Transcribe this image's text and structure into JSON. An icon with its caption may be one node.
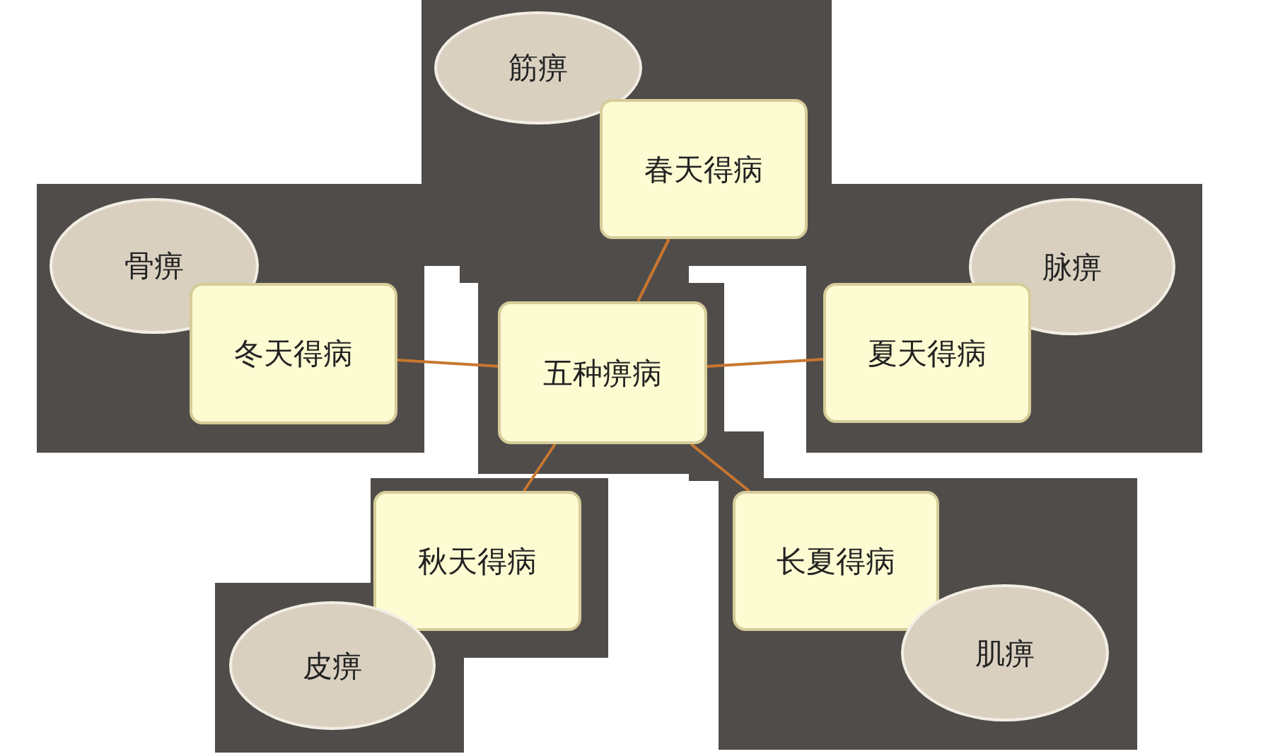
{
  "diagram": {
    "nodes": [
      {
        "text": [
          "筋痹"
        ]
      },
      {
        "text": [
          "春天得病"
        ]
      },
      {
        "text": [
          "骨痹"
        ]
      },
      {
        "text": [
          "脉痹"
        ]
      },
      {
        "text": [
          "冬天得病"
        ]
      },
      {
        "text": [
          "五种痹病"
        ]
      },
      {
        "text": [
          "夏天得病"
        ]
      },
      {
        "text": [
          "秋天得病"
        ]
      },
      {
        "text": [
          "长夏得病"
        ]
      },
      {
        "text": [
          "肌痹"
        ]
      },
      {
        "text": [
          "皮痹"
        ]
      }
    ],
    "edges": [
      {
        "from": 5,
        "to": 1,
        "arrow": "none"
      },
      {
        "from": 5,
        "to": 4,
        "arrow": "none"
      },
      {
        "from": 5,
        "to": 6,
        "arrow": "none"
      },
      {
        "from": 5,
        "to": 7,
        "arrow": "none"
      },
      {
        "from": 5,
        "to": 8,
        "arrow": "none"
      }
    ]
  }
}
